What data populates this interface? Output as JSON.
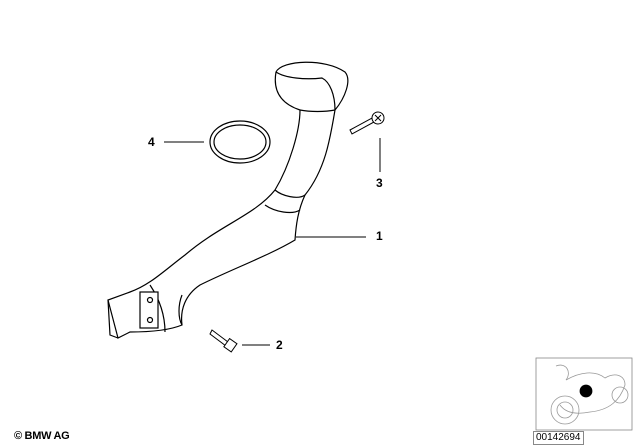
{
  "callouts": [
    {
      "number": "1",
      "part": "pipe"
    },
    {
      "number": "2",
      "part": "bolt"
    },
    {
      "number": "3",
      "part": "screw"
    },
    {
      "number": "4",
      "part": "ring"
    }
  ],
  "copyright": "© BMW AG",
  "diagram_id": "00142694",
  "colors": {
    "line": "#000000",
    "marker": "#000000"
  }
}
